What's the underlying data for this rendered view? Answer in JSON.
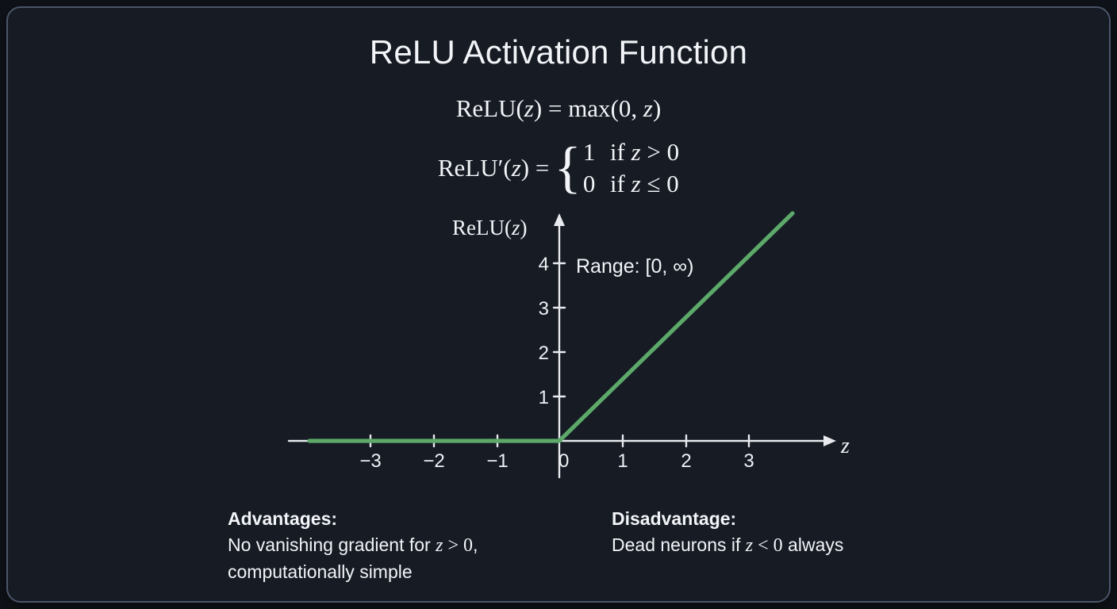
{
  "slide": {
    "title": "ReLU Activation Function",
    "background_color": "#161b24",
    "border_color": "#4a5568",
    "page_background": "#0f1319",
    "text_color": "#f2f4f7",
    "curve_color": "#5ca96a",
    "axis_color": "#e8eaee"
  },
  "formulas": {
    "definition": {
      "fn_name": "ReLU",
      "open": "(",
      "arg": "z",
      "close": ")",
      "equals": "=",
      "rhs_name": "max",
      "rhs_open": "(",
      "rhs_zero": "0",
      "rhs_comma": ",",
      "rhs_arg": "z",
      "rhs_close": ")",
      "plain": "ReLU(z) = max(0, z)"
    },
    "derivative": {
      "fn_name": "ReLU",
      "prime": "′",
      "open": "(",
      "arg": "z",
      "close": ")",
      "equals": "=",
      "brace": "{",
      "cases": [
        {
          "value": "1",
          "if": "if",
          "var": "z",
          "op": ">",
          "rhs": "0"
        },
        {
          "value": "0",
          "if": "if",
          "var": "z",
          "op": "≤",
          "rhs": "0"
        }
      ],
      "plain": "ReLU'(z) = { 1 if z > 0 ; 0 if z ≤ 0 }"
    }
  },
  "plot": {
    "y_axis_label": "ReLU(z)",
    "x_axis_label": "z",
    "range_annotation": "Range: [0, ∞)",
    "y_ticks": [
      "1",
      "2",
      "3",
      "4"
    ],
    "x_ticks": [
      "−3",
      "−2",
      "−1",
      "0",
      "1",
      "2",
      "3"
    ]
  },
  "chart_data": {
    "type": "line",
    "title": "ReLU Activation Function",
    "xlabel": "z",
    "ylabel": "ReLU(z)",
    "xlim": [
      -4.3,
      4.2
    ],
    "ylim": [
      -0.35,
      5.35
    ],
    "grid": false,
    "legend": null,
    "annotations": [
      "Range: [0, ∞)"
    ],
    "xticks": [
      -3,
      -2,
      -1,
      0,
      1,
      2,
      3
    ],
    "yticks": [
      1,
      2,
      3,
      4
    ],
    "series": [
      {
        "name": "ReLU(z) = max(0, z)",
        "color": "#5ca96a",
        "x": [
          -4.0,
          -3.0,
          -2.0,
          -1.0,
          0.0,
          1.0,
          2.0,
          3.0,
          3.7
        ],
        "y": [
          0.0,
          0.0,
          0.0,
          0.0,
          0.0,
          1.0,
          2.0,
          3.0,
          3.7
        ]
      }
    ]
  },
  "notes": {
    "advantages": {
      "heading": "Advantages:",
      "line1_pre": "No vanishing gradient for ",
      "line1_math_var": "z",
      "line1_math_op": ">",
      "line1_math_rhs": "0",
      "line1_post": ",",
      "line2": "computationally simple",
      "plain": "Advantages: No vanishing gradient for z > 0, computationally simple"
    },
    "disadvantage": {
      "heading": "Disadvantage:",
      "line1_pre": "Dead neurons if ",
      "line1_math_var": "z",
      "line1_math_op": "<",
      "line1_math_rhs": "0",
      "line1_post": " always",
      "plain": "Disadvantage: Dead neurons if z < 0 always"
    }
  }
}
